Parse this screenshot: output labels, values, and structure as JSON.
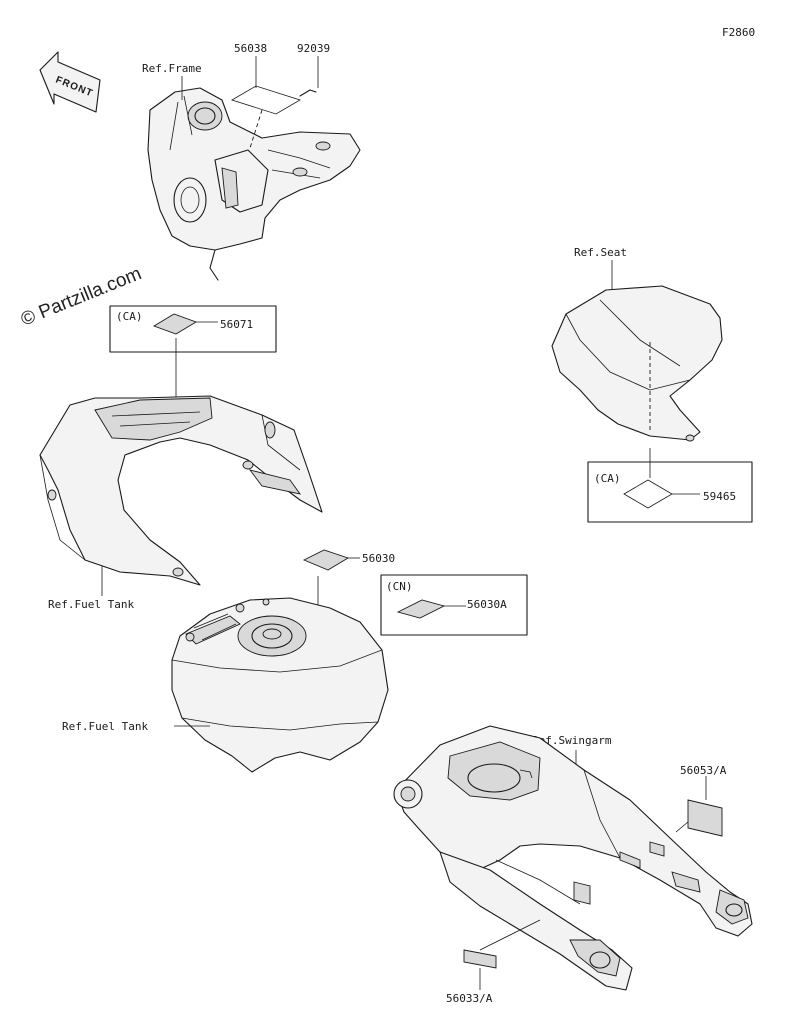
{
  "figure_code": "F2860",
  "watermark": "© Partzilla.com",
  "front_arrow_label": "FRONT",
  "reference_labels": {
    "frame": "Ref.Frame",
    "seat": "Ref.Seat",
    "fuel_tank_upper": "Ref.Fuel Tank",
    "fuel_tank_lower": "Ref.Fuel Tank",
    "swingarm": "Ref.Swingarm"
  },
  "region_boxes": {
    "ca_fuel_tank": "(CA)",
    "ca_seat": "(CA)",
    "cn_fuel_tank": "(CN)"
  },
  "parts": [
    {
      "id": "56038",
      "number": "56038"
    },
    {
      "id": "92039",
      "number": "92039"
    },
    {
      "id": "56071",
      "number": "56071"
    },
    {
      "id": "59465",
      "number": "59465"
    },
    {
      "id": "56030",
      "number": "56030"
    },
    {
      "id": "56030A",
      "number": "56030A"
    },
    {
      "id": "56053A",
      "number": "56053/A"
    },
    {
      "id": "56033A",
      "number": "56033/A"
    }
  ]
}
